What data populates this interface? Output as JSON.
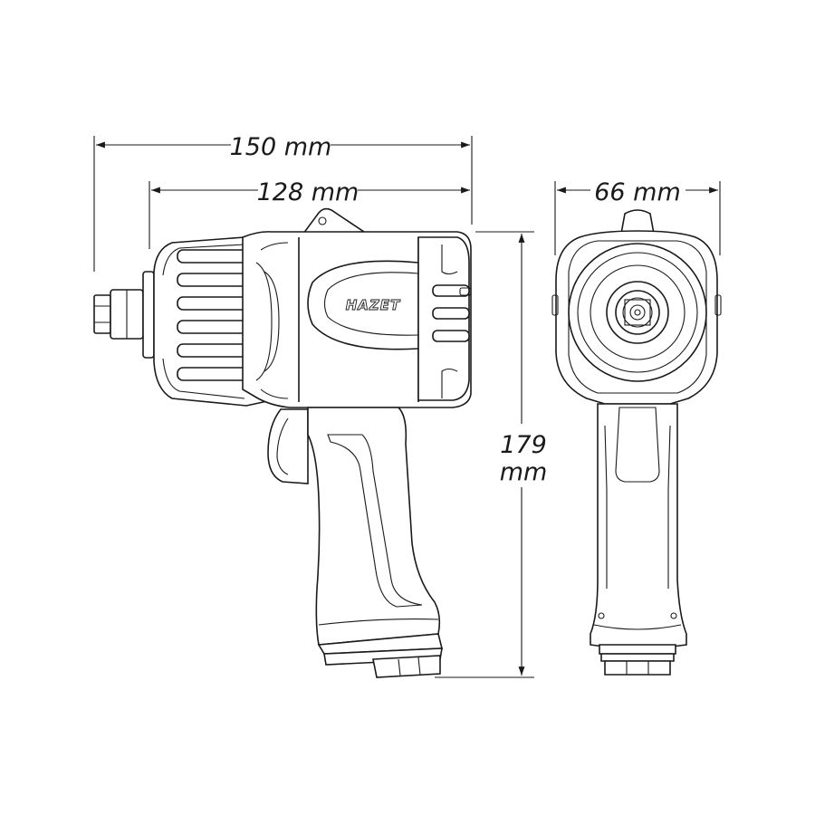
{
  "dimensions": {
    "overall_length": "150 mm",
    "body_length": "128 mm",
    "width": "66 mm",
    "height_value": "179",
    "height_unit": "mm"
  },
  "brand": {
    "logo_text": "HAZET"
  },
  "colors": {
    "line": "#1a1a1a",
    "background": "#ffffff"
  }
}
